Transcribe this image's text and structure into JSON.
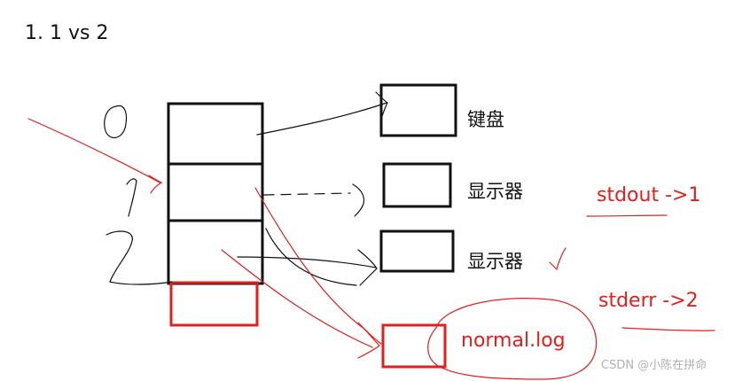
{
  "heading": "1.  1 vs 2",
  "targets": {
    "keyboard": "键盘",
    "display_1": "显示器",
    "display_2": "显示器",
    "log_file": "normal.log"
  },
  "annotations": {
    "stdout": "stdout ->1",
    "stderr": "stderr ->2"
  },
  "watermark": "CSDN @小陈在拼命",
  "colors": {
    "ink": "#111111",
    "pen_red": "#e0201c",
    "watermark": "#b0b0b0"
  }
}
